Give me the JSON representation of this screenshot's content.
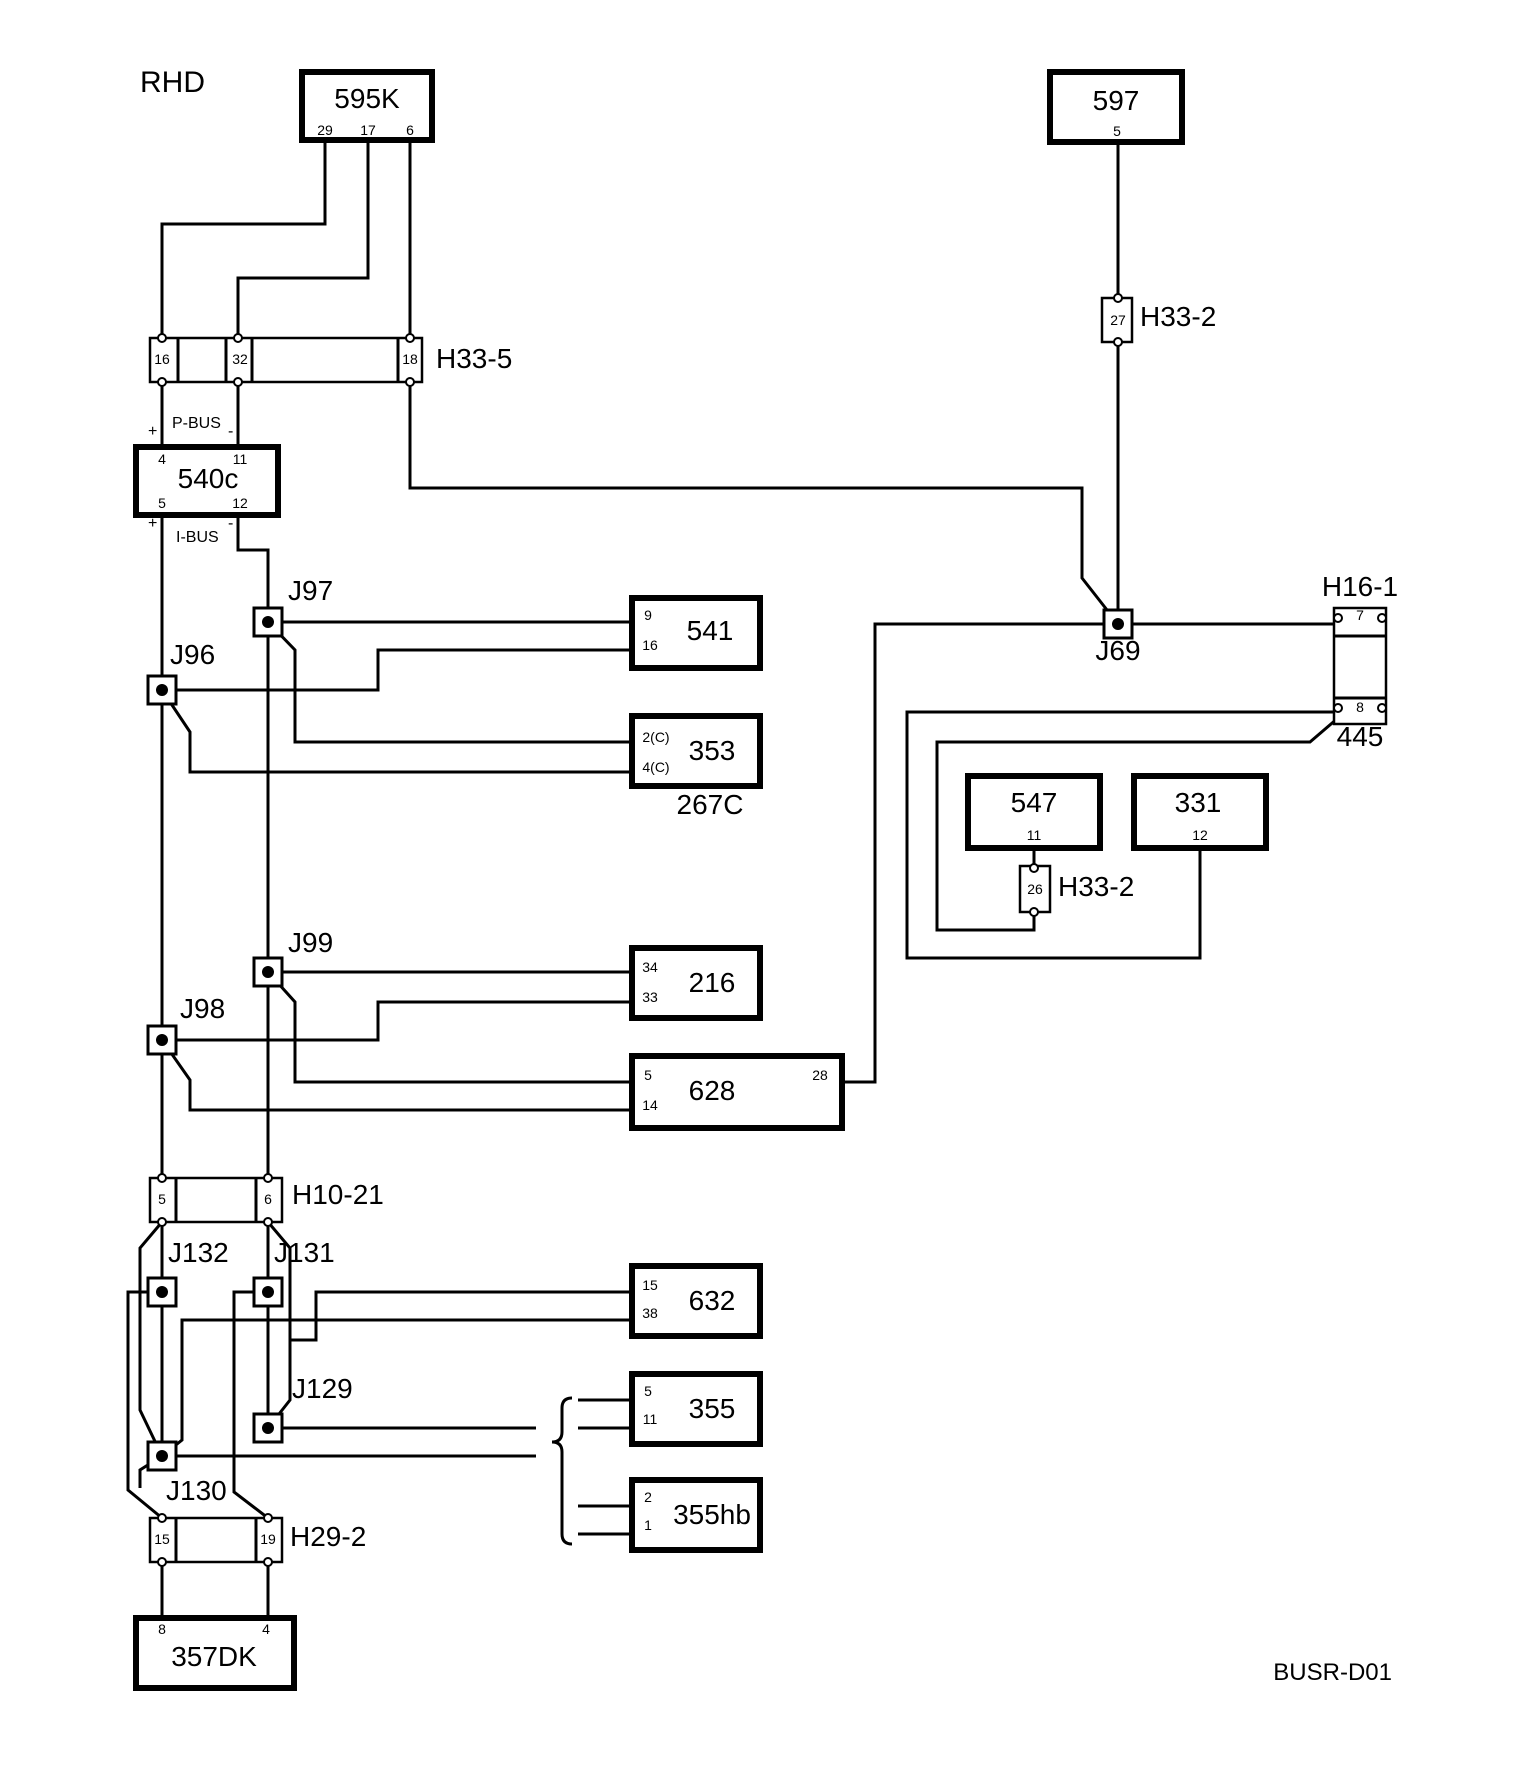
{
  "region": "RHD",
  "diagram_id": "BUSR-D01",
  "bus_labels": {
    "pbus": "P-BUS",
    "ibus": "I-BUS",
    "plus": "+",
    "minus": "-"
  },
  "components": {
    "c595K": {
      "name": "595K",
      "pins": [
        "29",
        "17",
        "6"
      ]
    },
    "c597": {
      "name": "597",
      "pins": [
        "5"
      ]
    },
    "c540c": {
      "name": "540c",
      "pins": [
        "4",
        "11",
        "5",
        "12"
      ]
    },
    "c541": {
      "name": "541",
      "pins": [
        "9",
        "16"
      ]
    },
    "c353": {
      "name": "353",
      "pins": [
        "2(C)",
        "4(C)"
      ],
      "sub": "267C"
    },
    "c547": {
      "name": "547",
      "pins": [
        "11"
      ]
    },
    "c331": {
      "name": "331",
      "pins": [
        "12"
      ]
    },
    "c216": {
      "name": "216",
      "pins": [
        "34",
        "33"
      ]
    },
    "c628": {
      "name": "628",
      "pins": [
        "5",
        "14",
        "28"
      ]
    },
    "c632": {
      "name": "632",
      "pins": [
        "15",
        "38"
      ]
    },
    "c355": {
      "name": "355",
      "pins": [
        "5",
        "11"
      ]
    },
    "c355hb": {
      "name": "355hb",
      "pins": [
        "2",
        "1"
      ]
    },
    "c357DK": {
      "name": "357DK",
      "pins": [
        "8",
        "4"
      ]
    },
    "c445": {
      "name": "445",
      "pins": [
        "7",
        "8"
      ]
    }
  },
  "connectors": {
    "h33_5": {
      "name": "H33-5",
      "pins": [
        "16",
        "32",
        "18"
      ]
    },
    "h33_2a": {
      "name": "H33-2",
      "pins": [
        "27"
      ]
    },
    "h33_2b": {
      "name": "H33-2",
      "pins": [
        "26"
      ]
    },
    "h16_1": {
      "name": "H16-1"
    },
    "h10_21": {
      "name": "H10-21",
      "pins": [
        "5",
        "6"
      ]
    },
    "h29_2": {
      "name": "H29-2",
      "pins": [
        "15",
        "19"
      ]
    }
  },
  "junctions": {
    "j97": "J97",
    "j96": "J96",
    "j69": "J69",
    "j99": "J99",
    "j98": "J98",
    "j132": "J132",
    "j131": "J131",
    "j129": "J129",
    "j130": "J130"
  }
}
